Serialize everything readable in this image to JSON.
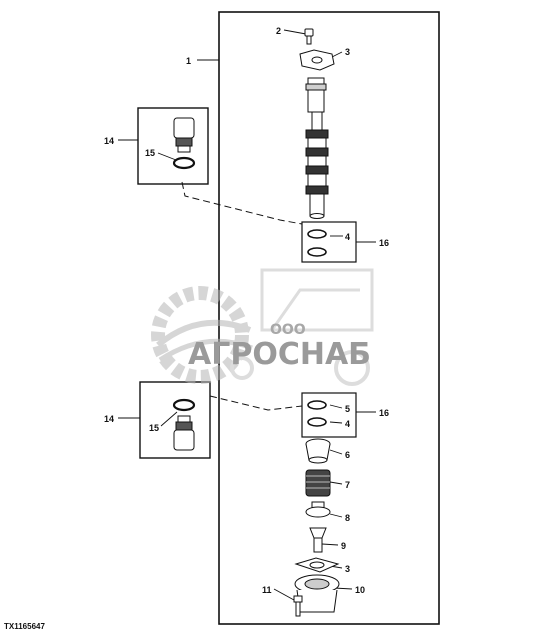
{
  "callouts": {
    "c1": "1",
    "c2": "2",
    "c3a": "3",
    "c4a": "4",
    "c16a": "16",
    "c14a": "14",
    "c15a": "15",
    "c14b": "14",
    "c15b": "15",
    "c5": "5",
    "c4b": "4",
    "c16b": "16",
    "c6": "6",
    "c7": "7",
    "c8": "8",
    "c9": "9",
    "c3b": "3",
    "c11": "11",
    "c10": "10"
  },
  "figure_id": "TX1165647",
  "watermark": {
    "prefix": "ООО",
    "name": "АГРОСНАБ"
  }
}
